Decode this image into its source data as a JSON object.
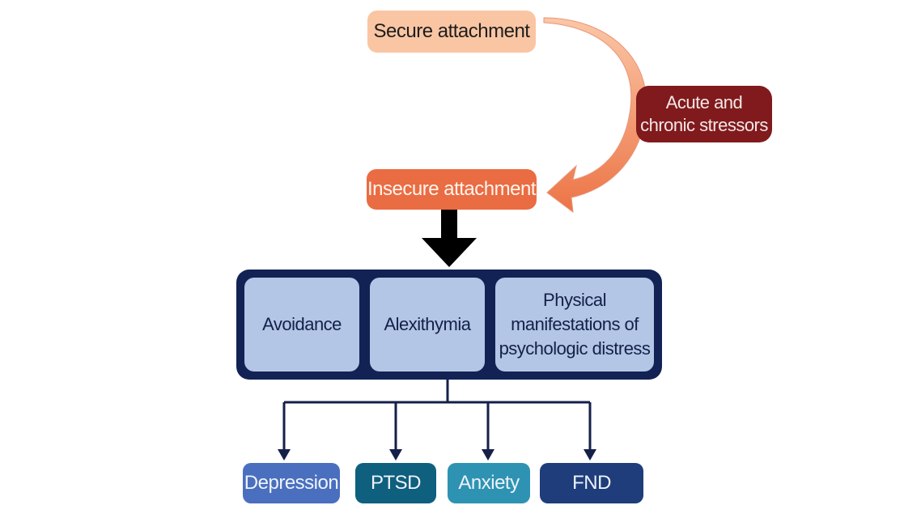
{
  "diagram": {
    "nodes": {
      "secure_attachment": "Secure attachment",
      "stressors": [
        "Acute and",
        "chronic stressors"
      ],
      "insecure_attachment": "Insecure attachment"
    },
    "mechanisms": [
      {
        "lines": [
          "Avoidance"
        ]
      },
      {
        "lines": [
          "Alexithymia"
        ]
      },
      {
        "lines": [
          "Physical",
          "manifestations of",
          "psychologic distress"
        ]
      }
    ],
    "outcomes": [
      {
        "label": "Depression",
        "color": "#4a6fbf"
      },
      {
        "label": "PTSD",
        "color": "#0f5f7e"
      },
      {
        "label": "Anxiety",
        "color": "#2e93b2"
      },
      {
        "label": "FND",
        "color": "#1e3d7a"
      }
    ],
    "colors": {
      "secure": "#fac5a3",
      "stressors": "#801a1c",
      "insecure": "#ea6c42",
      "mechanism_group": "#122254",
      "mechanism_box": "#b3c6e5",
      "connector": "#15204a"
    }
  }
}
